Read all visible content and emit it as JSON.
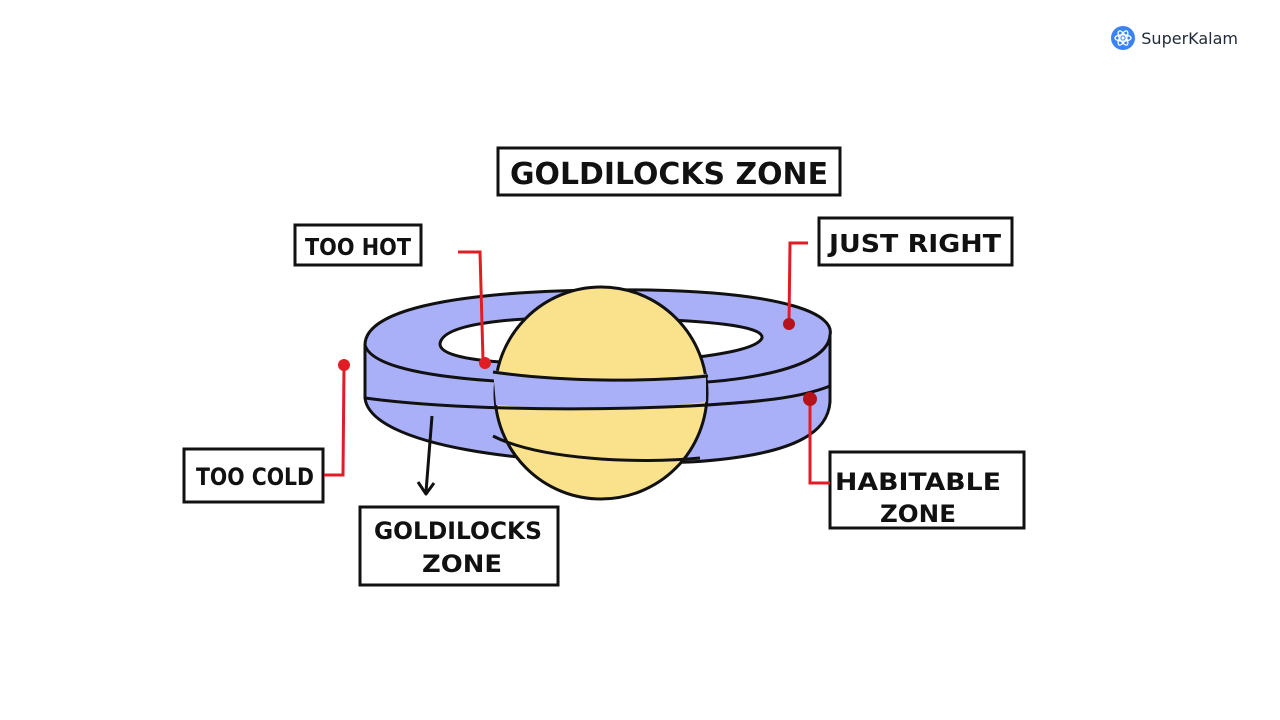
{
  "brand": {
    "name": "SuperKalam",
    "icon": "atom-icon",
    "color": "#3b82f6"
  },
  "title": "GOLDILOCKS ZONE",
  "labels": {
    "too_hot": "TOO HOT",
    "just_right": "JUST RIGHT",
    "too_cold": "TOO COLD",
    "goldilocks_zone_line1": "GOLDILOCKS",
    "goldilocks_zone_line2": "ZONE",
    "habitable_zone_line1": "HABITABLE",
    "habitable_zone_line2": "ZONE"
  },
  "colors": {
    "ring": "#aab0f8",
    "star": "#fae28c",
    "pointer_red": "#e01d24",
    "pointer_dark_red": "#b5121b",
    "outline": "#111111"
  }
}
